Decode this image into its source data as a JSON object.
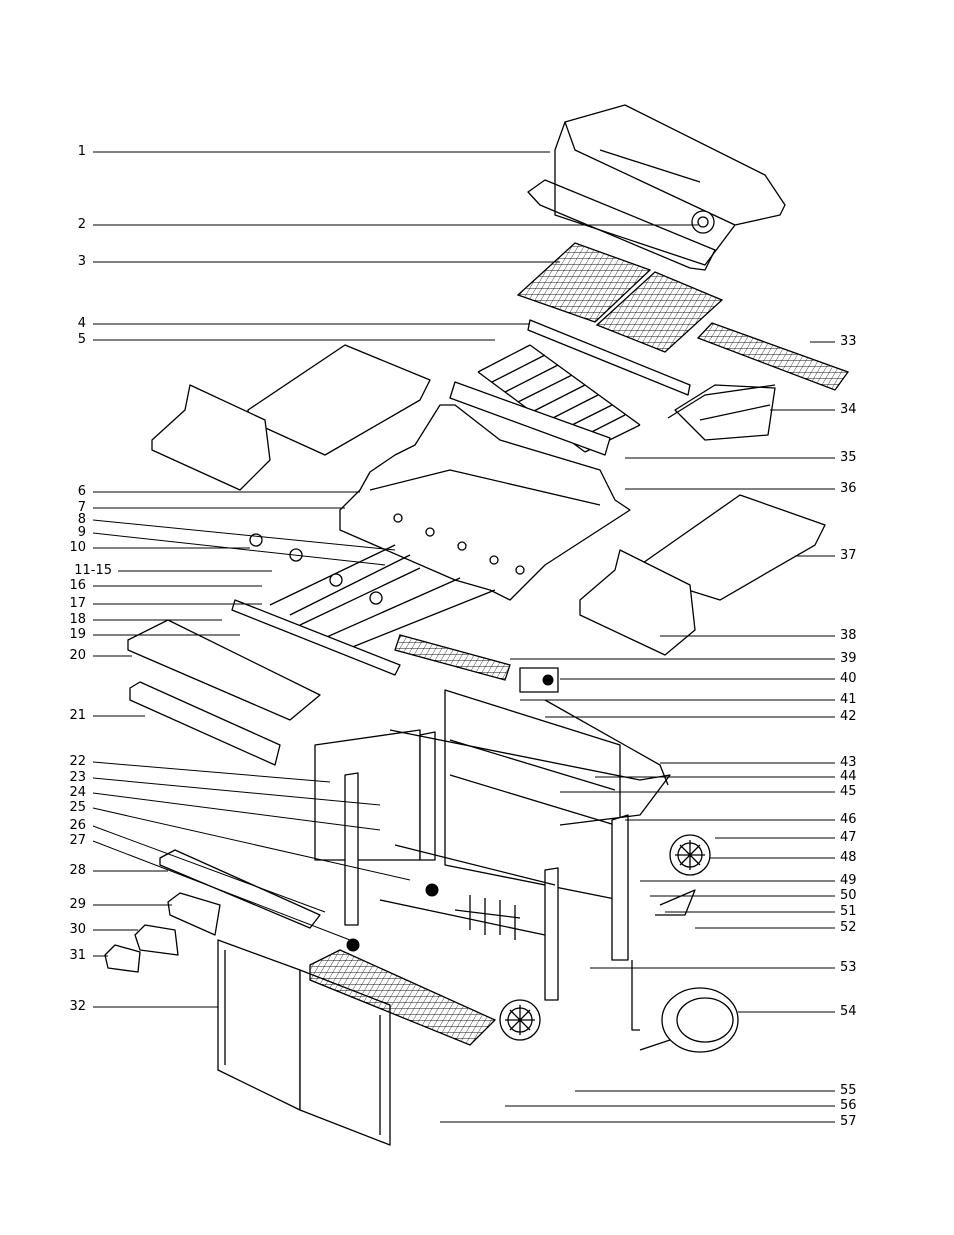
{
  "callouts_left": [
    "1",
    "2",
    "3",
    "4",
    "5",
    "6",
    "7",
    "8",
    "9",
    "10",
    "11-15",
    "16",
    "17",
    "18",
    "19",
    "20",
    "21",
    "22",
    "23",
    "24",
    "25",
    "26",
    "27",
    "28",
    "29",
    "30",
    "31",
    "32"
  ],
  "callouts_right": [
    "33",
    "34",
    "35",
    "36",
    "37",
    "38",
    "39",
    "40",
    "41",
    "42",
    "43",
    "44",
    "45",
    "46",
    "47",
    "48",
    "49",
    "50",
    "51",
    "52",
    "53",
    "54",
    "55",
    "56",
    "57"
  ]
}
